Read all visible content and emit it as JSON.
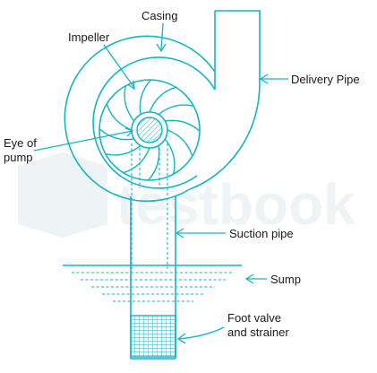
{
  "labels": {
    "casing": "Casing",
    "impeller": "Impeller",
    "delivery_pipe": "Delivery Pipe",
    "eye_line1": "Eye of",
    "eye_line2": "pump",
    "suction_pipe": "Suction pipe",
    "sump": "Sump",
    "foot_line1": "Foot valve",
    "foot_line2": "and strainer"
  },
  "watermark": "testbook",
  "colors": {
    "line": "#12b6c0",
    "text": "#1a1a1a",
    "watermark": "#eef3f5"
  }
}
